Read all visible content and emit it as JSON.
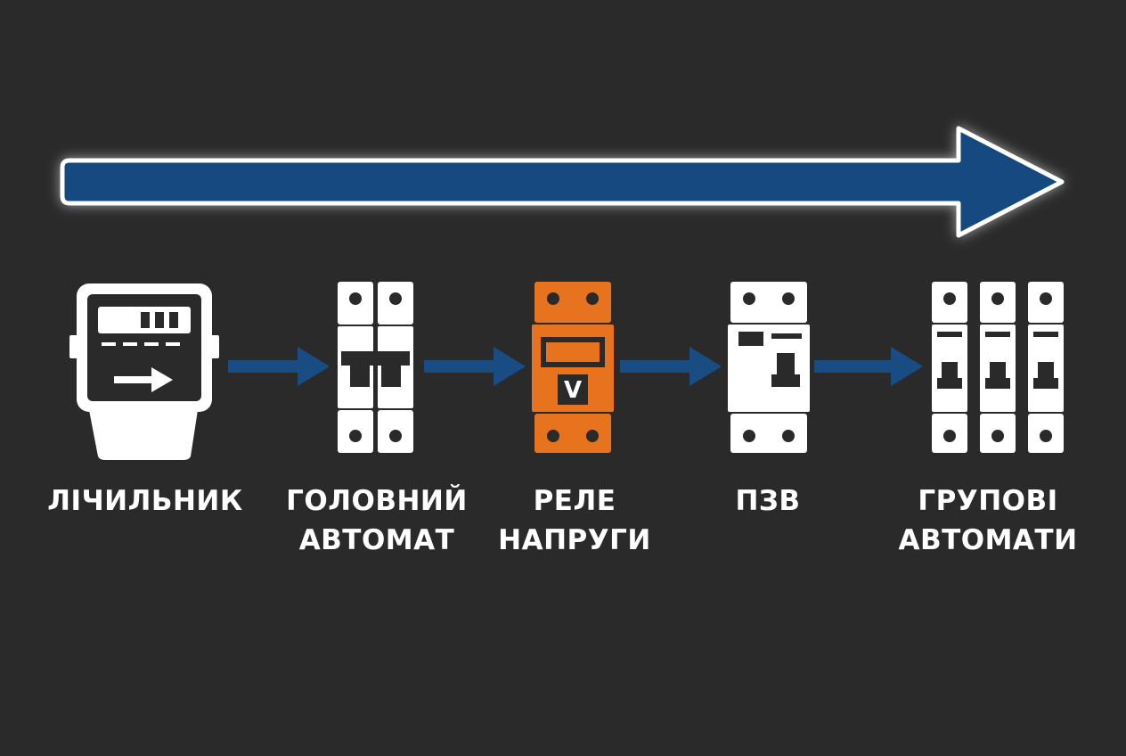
{
  "colors": {
    "background": "#2a2a2a",
    "flow_arrow_fill": "#174a80",
    "flow_arrow_outline": "#ffffff",
    "connector": "#1a4c84",
    "device_white": "#ffffff",
    "device_highlight": "#e8731e",
    "device_detail": "#2a2a2a"
  },
  "flow": {
    "direction_icon": "long-right-arrow-icon"
  },
  "devices": [
    {
      "id": "meter",
      "icon": "electricity-meter-icon",
      "label_lines": [
        "ЛІЧИЛЬНИК"
      ]
    },
    {
      "id": "main-breaker",
      "icon": "double-pole-breaker-icon",
      "label_lines": [
        "ГОЛОВНИЙ",
        "АВТОМАТ"
      ]
    },
    {
      "id": "voltage-relay",
      "icon": "voltage-relay-icon",
      "display_symbol": "V",
      "label_lines": [
        "РЕЛЕ",
        "НАПРУГИ"
      ]
    },
    {
      "id": "rcd",
      "icon": "rcd-icon",
      "label_lines": [
        "ПЗВ"
      ]
    },
    {
      "id": "group-breakers",
      "icon": "group-breakers-icon",
      "label_lines": [
        "ГРУПОВІ",
        "АВТОМАТИ"
      ]
    }
  ],
  "connectors": [
    {
      "from": "meter",
      "to": "main-breaker",
      "icon": "right-arrow-icon"
    },
    {
      "from": "main-breaker",
      "to": "voltage-relay",
      "icon": "right-arrow-icon"
    },
    {
      "from": "voltage-relay",
      "to": "rcd",
      "icon": "right-arrow-icon"
    },
    {
      "from": "rcd",
      "to": "group-breakers",
      "icon": "right-arrow-icon"
    }
  ]
}
